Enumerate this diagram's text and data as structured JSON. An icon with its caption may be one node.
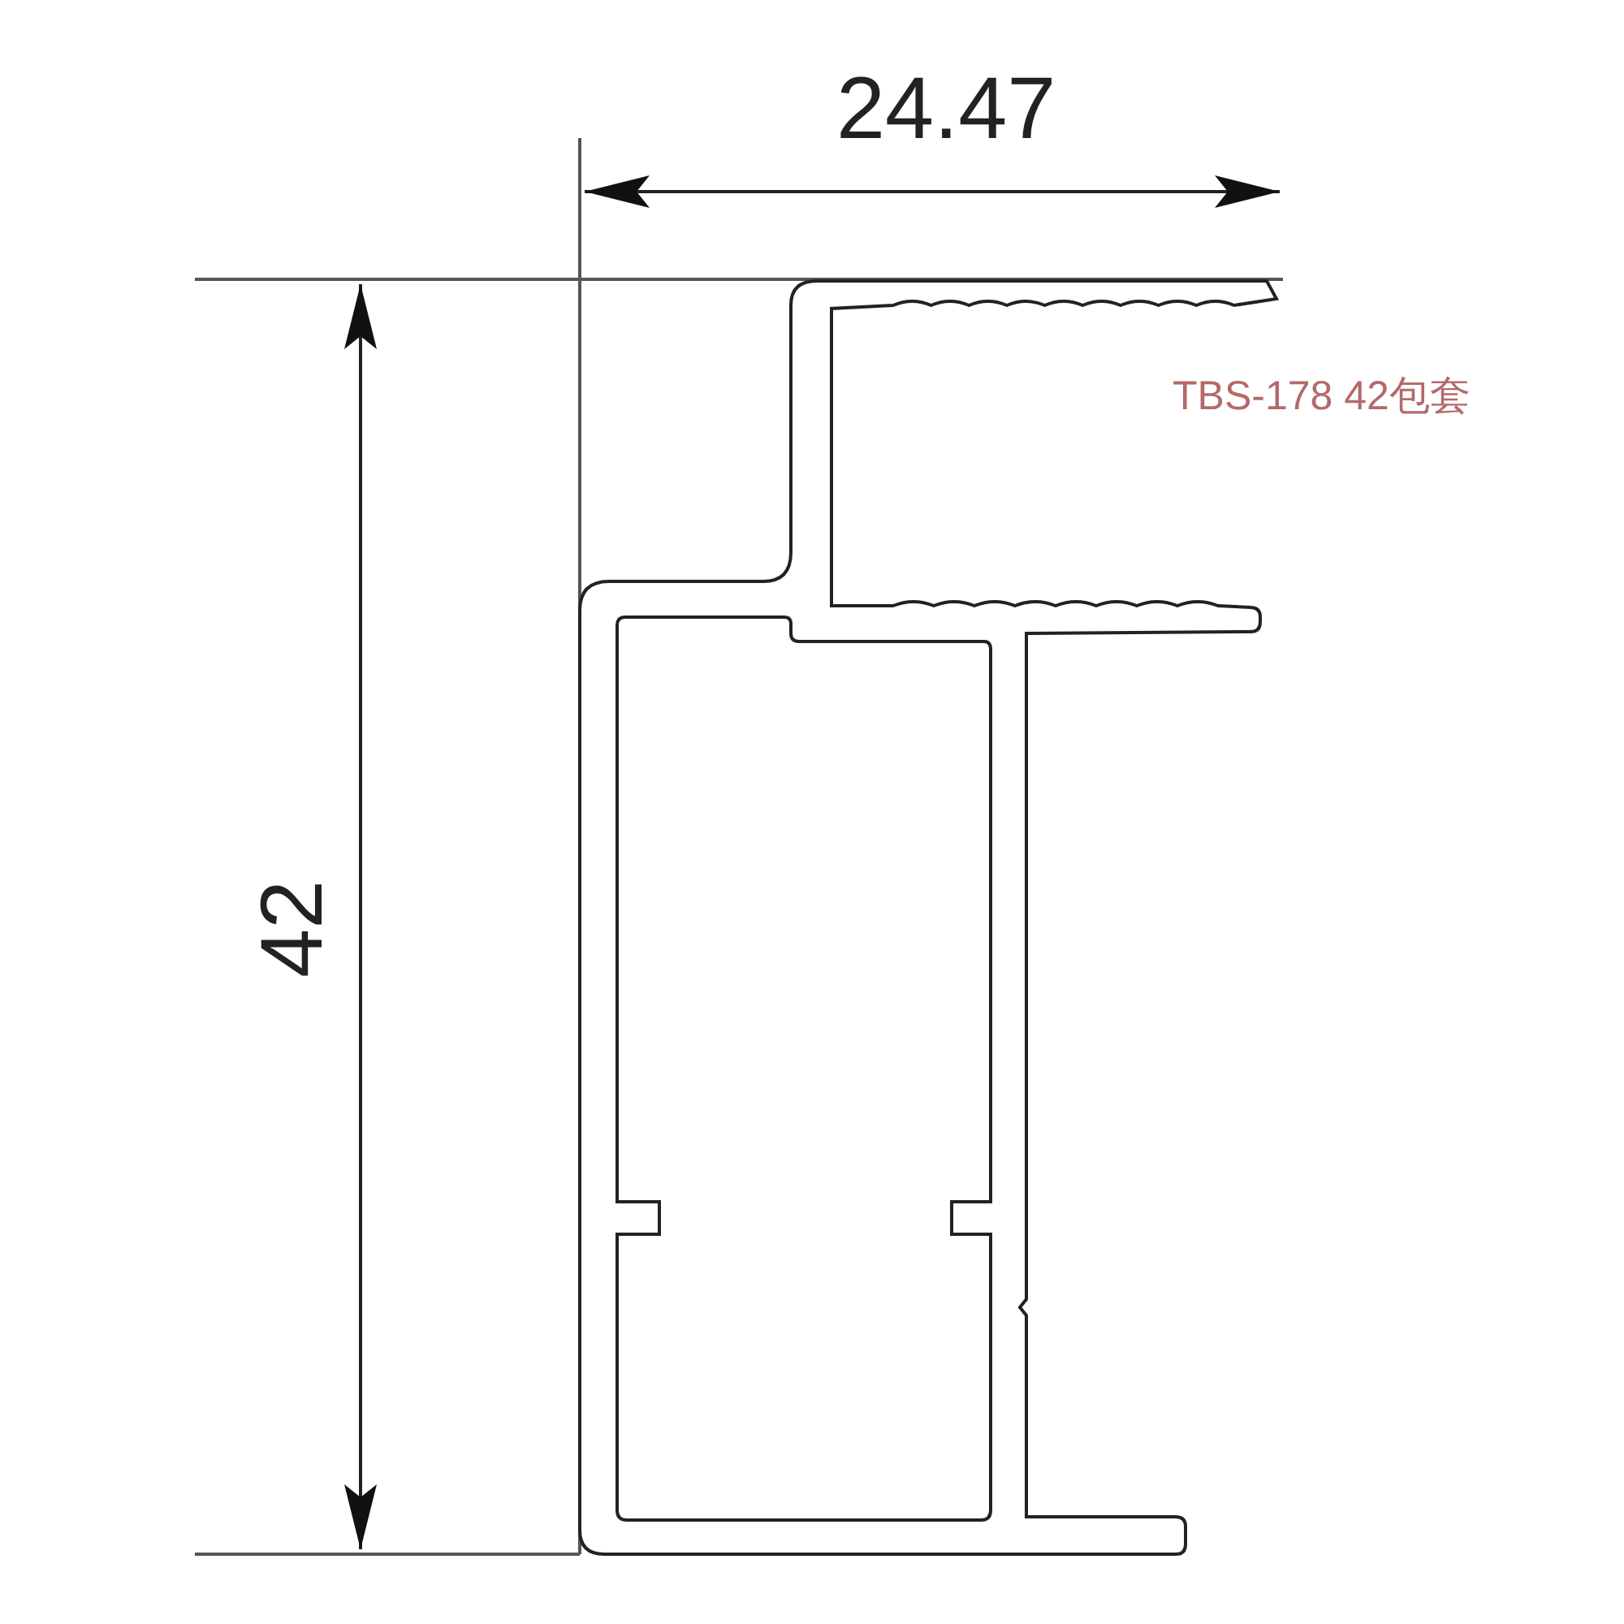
{
  "diagram": {
    "labels": [
      "24.47",
      "42",
      "TBS-178 42包套"
    ]
  }
}
